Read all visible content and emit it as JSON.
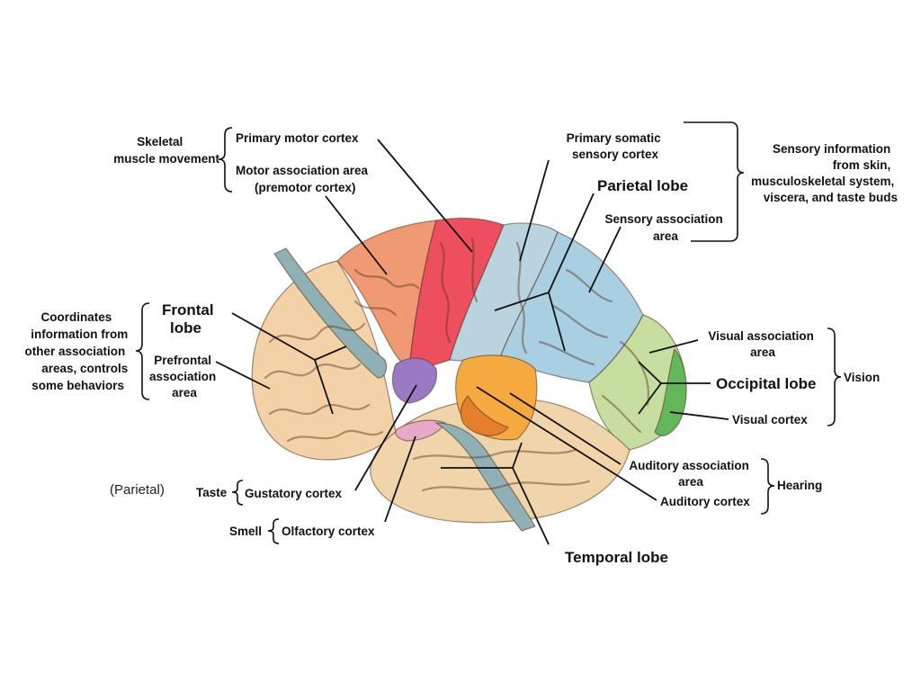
{
  "labels": {
    "skeletal_movement": [
      "Skeletal",
      "muscle movement"
    ],
    "primary_motor": "Primary motor cortex",
    "motor_association": [
      "Motor association area",
      "(premotor cortex)"
    ],
    "primary_somatic": [
      "Primary somatic",
      "sensory cortex"
    ],
    "sensory_information": [
      "Sensory information",
      "from skin,",
      "musculoskeletal system,",
      "viscera, and taste buds"
    ],
    "parietal_lobe": "Parietal lobe",
    "sensory_association": [
      "Sensory association",
      "area"
    ],
    "coordinates": [
      "Coordinates",
      "information from",
      "other association",
      "areas, controls",
      "some behaviors"
    ],
    "frontal_lobe": [
      "Frontal",
      "lobe"
    ],
    "prefrontal": [
      "Prefrontal",
      "association",
      "area"
    ],
    "visual_association": [
      "Visual association",
      "area"
    ],
    "occipital_lobe": "Occipital lobe",
    "vision": "Vision",
    "visual_cortex": "Visual cortex",
    "auditory_association": [
      "Auditory association",
      "area"
    ],
    "hearing": "Hearing",
    "auditory_cortex": "Auditory cortex",
    "parietal_note": "(Parietal)",
    "taste": "Taste",
    "gustatory": "Gustatory cortex",
    "smell": "Smell",
    "olfactory": "Olfactory cortex",
    "temporal_lobe": "Temporal lobe"
  },
  "colors": {
    "frontal": "#f2d2a6",
    "premotor": "#f09a74",
    "motor": "#ee4f5e",
    "somatic": "#b9d3df",
    "parietal_assoc": "#a9cfe2",
    "visual_assoc": "#c6dea0",
    "visual_cortex": "#63b75a",
    "auditory_assoc": "#f5a93f",
    "auditory": "#e57f2c",
    "gustatory": "#9a7ac4",
    "olfactory": "#e6a9c6",
    "temporal": "#f0d4aa",
    "stalk": "#8fb0b4"
  }
}
